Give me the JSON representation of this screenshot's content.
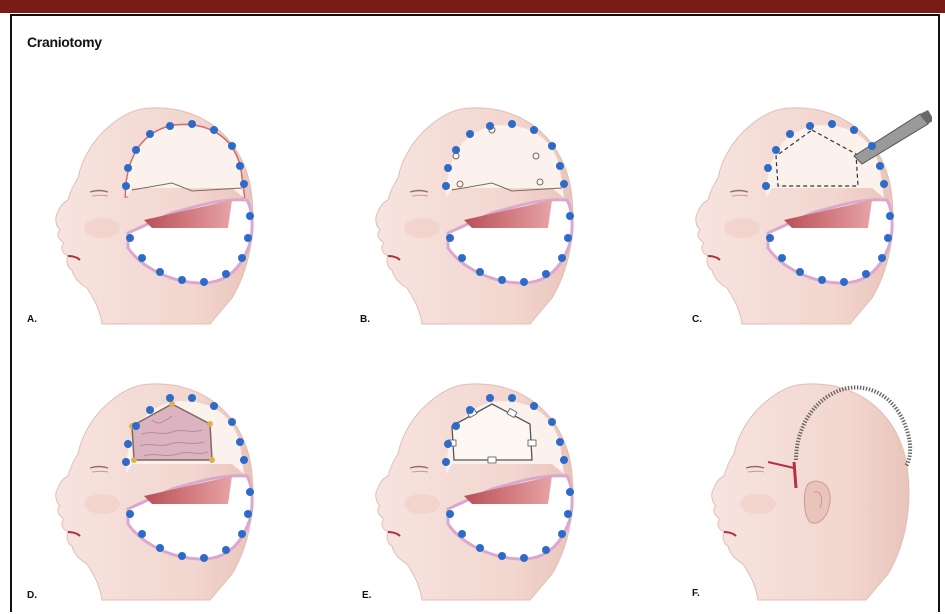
{
  "figure": {
    "title": "Craniotomy",
    "colors": {
      "header_bar": "#7a1c16",
      "skin": "#f4dcd6",
      "skin_shadow": "#e8c4bc",
      "clip": "#2d6bc9",
      "muscle": "#c96f72",
      "flap_edge": "#d9a7cf",
      "bone_flap": "#c9a0a8"
    },
    "panels": [
      {
        "id": "A",
        "label": "A."
      },
      {
        "id": "B",
        "label": "B."
      },
      {
        "id": "C",
        "label": "C."
      },
      {
        "id": "D",
        "label": "D."
      },
      {
        "id": "E",
        "label": "E."
      },
      {
        "id": "F",
        "label": "F."
      }
    ]
  }
}
